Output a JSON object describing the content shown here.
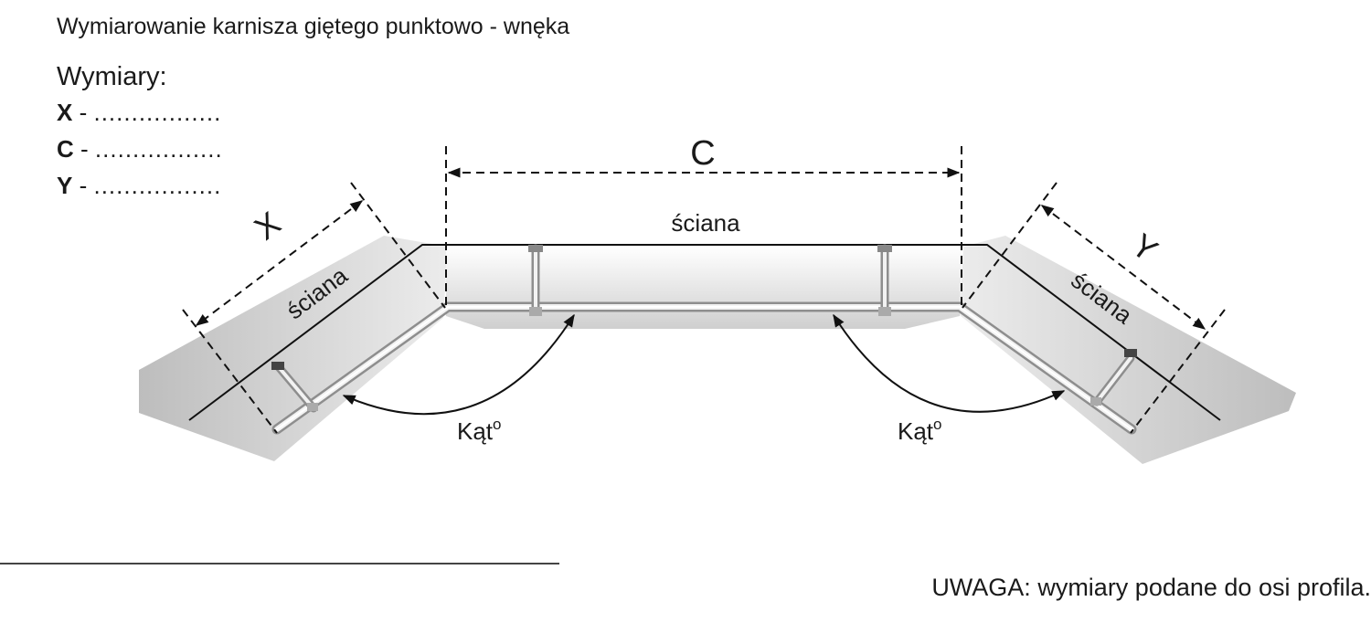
{
  "title": "Wymiarowanie karnisza giętego punktowo - wnęka",
  "dimensions_heading": "Wymiary:",
  "dimensions": [
    {
      "key": "X",
      "separator": "-",
      "blank": "................."
    },
    {
      "key": "C",
      "separator": "-",
      "blank": "................."
    },
    {
      "key": "Y",
      "separator": "-",
      "blank": "................."
    }
  ],
  "diagram": {
    "label_c": "C",
    "label_x": "X",
    "label_y": "Y",
    "wall_label": "ściana",
    "angle_label": "Kąt",
    "angle_unit": "o"
  },
  "note": "UWAGA: wymiary podane do osi profila."
}
